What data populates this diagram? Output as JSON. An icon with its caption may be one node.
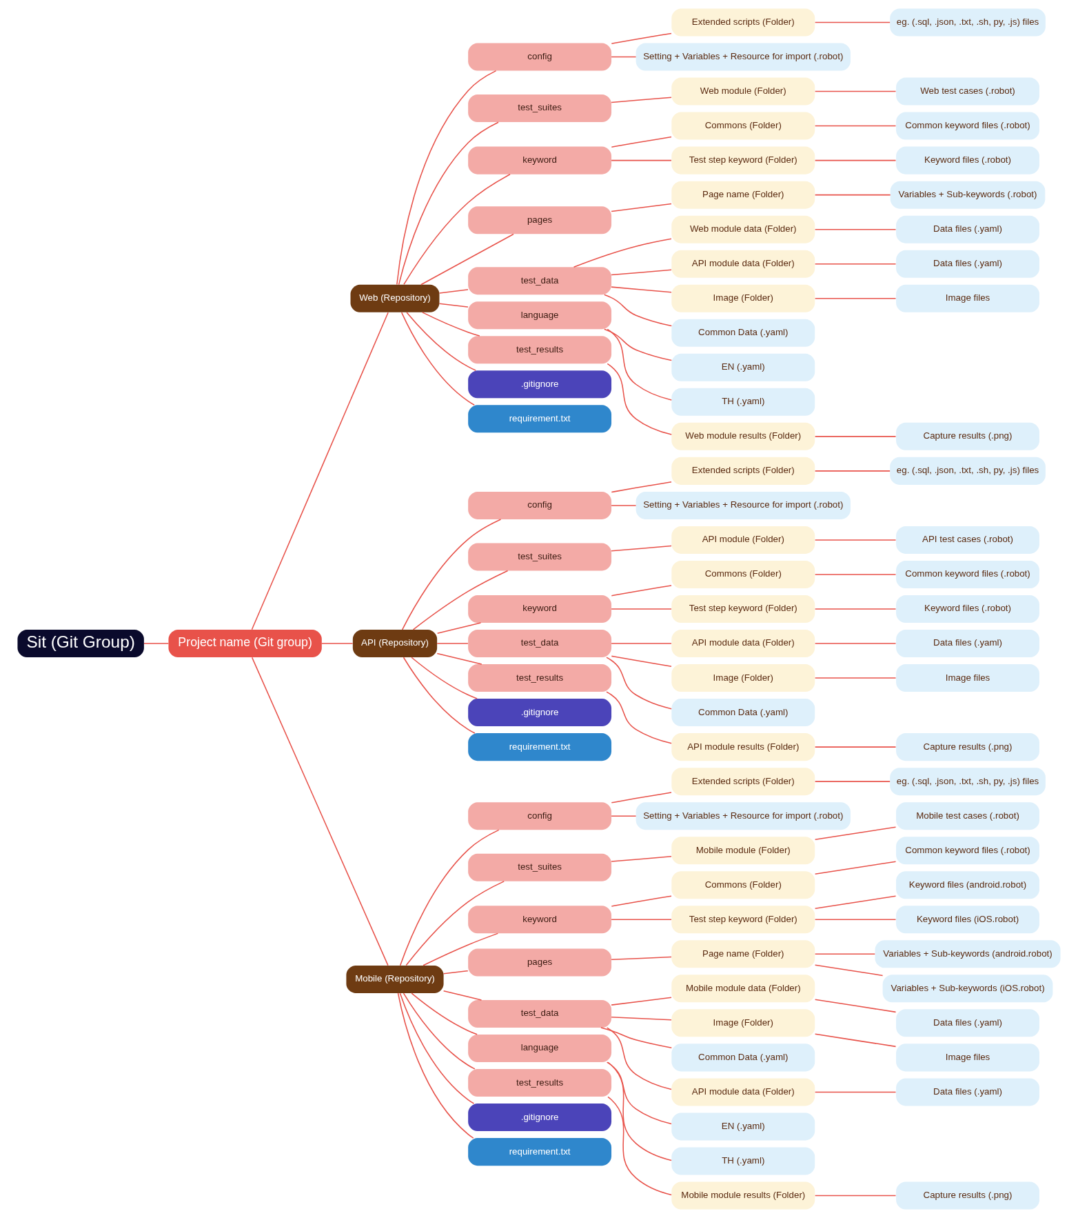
{
  "diagram": {
    "nodes": [
      {
        "text": [
          "Sit (Git Group)"
        ]
      },
      {
        "text": [
          "Project name (Git group)"
        ]
      },
      {
        "text": [
          "Web (Repository)"
        ]
      },
      {
        "text": [
          "config"
        ]
      },
      {
        "text": [
          "Extended scripts (Folder)"
        ]
      },
      {
        "text": [
          "eg. (.sql, .json, .txt, .sh, py, .js) files"
        ]
      },
      {
        "text": [
          "Setting + Variables + Resource for import (.robot)"
        ]
      },
      {
        "text": [
          "test_suites"
        ]
      },
      {
        "text": [
          "Web module (Folder)"
        ]
      },
      {
        "text": [
          "Web test cases (.robot)"
        ]
      },
      {
        "text": [
          "keyword"
        ]
      },
      {
        "text": [
          "Commons (Folder)"
        ]
      },
      {
        "text": [
          "Common keyword files (.robot)"
        ]
      },
      {
        "text": [
          "Test step keyword (Folder)"
        ]
      },
      {
        "text": [
          "Keyword files (.robot)"
        ]
      },
      {
        "text": [
          "pages"
        ]
      },
      {
        "text": [
          "Page name (Folder)"
        ]
      },
      {
        "text": [
          "Variables + Sub-keywords (.robot)"
        ]
      },
      {
        "text": [
          "test_data"
        ]
      },
      {
        "text": [
          "Web module data (Folder)"
        ]
      },
      {
        "text": [
          "Data files (.yaml)"
        ]
      },
      {
        "text": [
          "API module data (Folder)"
        ]
      },
      {
        "text": [
          "Data files (.yaml)"
        ]
      },
      {
        "text": [
          "Image (Folder)"
        ]
      },
      {
        "text": [
          "Image files"
        ]
      },
      {
        "text": [
          "Common Data (.yaml)"
        ]
      },
      {
        "text": [
          "language"
        ]
      },
      {
        "text": [
          "EN (.yaml)"
        ]
      },
      {
        "text": [
          "TH (.yaml)"
        ]
      },
      {
        "text": [
          "test_results"
        ]
      },
      {
        "text": [
          "Web module results (Folder)"
        ]
      },
      {
        "text": [
          "Capture results (.png)"
        ]
      },
      {
        "text": [
          ".gitignore"
        ]
      },
      {
        "text": [
          "requirement.txt"
        ]
      },
      {
        "text": [
          "API (Repository)"
        ]
      },
      {
        "text": [
          "config"
        ]
      },
      {
        "text": [
          "Extended scripts (Folder)"
        ]
      },
      {
        "text": [
          "eg. (.sql, .json, .txt, .sh, py, .js) files"
        ]
      },
      {
        "text": [
          "Setting + Variables + Resource for import (.robot)"
        ]
      },
      {
        "text": [
          "test_suites"
        ]
      },
      {
        "text": [
          "API module (Folder)"
        ]
      },
      {
        "text": [
          "API test cases (.robot)"
        ]
      },
      {
        "text": [
          "keyword"
        ]
      },
      {
        "text": [
          "Commons (Folder)"
        ]
      },
      {
        "text": [
          "Common keyword files (.robot)"
        ]
      },
      {
        "text": [
          "Test step keyword (Folder)"
        ]
      },
      {
        "text": [
          "Keyword files (.robot)"
        ]
      },
      {
        "text": [
          "test_data"
        ]
      },
      {
        "text": [
          "API module data (Folder)"
        ]
      },
      {
        "text": [
          "Data files (.yaml)"
        ]
      },
      {
        "text": [
          "Image (Folder)"
        ]
      },
      {
        "text": [
          "Image files"
        ]
      },
      {
        "text": [
          "Common Data (.yaml)"
        ]
      },
      {
        "text": [
          "test_results"
        ]
      },
      {
        "text": [
          "API module results (Folder)"
        ]
      },
      {
        "text": [
          "Capture results (.png)"
        ]
      },
      {
        "text": [
          ".gitignore"
        ]
      },
      {
        "text": [
          "requirement.txt"
        ]
      },
      {
        "text": [
          "Mobile (Repository)"
        ]
      },
      {
        "text": [
          "config"
        ]
      },
      {
        "text": [
          "Extended scripts (Folder)"
        ]
      },
      {
        "text": [
          "eg. (.sql, .json, .txt, .sh, py, .js) files"
        ]
      },
      {
        "text": [
          "Setting + Variables + Resource for import (.robot)"
        ]
      },
      {
        "text": [
          "test_suites"
        ]
      },
      {
        "text": [
          "Mobile module (Folder)"
        ]
      },
      {
        "text": [
          "Mobile test cases (.robot)"
        ]
      },
      {
        "text": [
          "keyword"
        ]
      },
      {
        "text": [
          "Commons (Folder)"
        ]
      },
      {
        "text": [
          "Common keyword files (.robot)"
        ]
      },
      {
        "text": [
          "Test step keyword (Folder)"
        ]
      },
      {
        "text": [
          "Keyword files (android.robot)"
        ]
      },
      {
        "text": [
          "Keyword files (iOS.robot)"
        ]
      },
      {
        "text": [
          "pages"
        ]
      },
      {
        "text": [
          "Page name (Folder)"
        ]
      },
      {
        "text": [
          "Variables + Sub-keywords (android.robot)"
        ]
      },
      {
        "text": [
          "Variables + Sub-keywords (iOS.robot)"
        ]
      },
      {
        "text": [
          "test_data"
        ]
      },
      {
        "text": [
          "Mobile module data (Folder)"
        ]
      },
      {
        "text": [
          "Data files (.yaml)"
        ]
      },
      {
        "text": [
          "Image (Folder)"
        ]
      },
      {
        "text": [
          "Image files"
        ]
      },
      {
        "text": [
          "Common Data (.yaml)"
        ]
      },
      {
        "text": [
          "API module data (Folder)"
        ]
      },
      {
        "text": [
          "Data files (.yaml)"
        ]
      },
      {
        "text": [
          "language"
        ]
      },
      {
        "text": [
          "EN (.yaml)"
        ]
      },
      {
        "text": [
          "TH (.yaml)"
        ]
      },
      {
        "text": [
          "test_results"
        ]
      },
      {
        "text": [
          "Mobile module results (Folder)"
        ]
      },
      {
        "text": [
          "Capture results (.png)"
        ]
      },
      {
        "text": [
          ".gitignore"
        ]
      },
      {
        "text": [
          "requirement.txt"
        ]
      }
    ],
    "edges": [
      {
        "from": 0,
        "to": 1,
        "arrow": "none"
      },
      {
        "from": 1,
        "to": 2,
        "arrow": "none"
      },
      {
        "from": 2,
        "to": 3,
        "arrow": "none"
      },
      {
        "from": 3,
        "to": 4,
        "arrow": "none"
      },
      {
        "from": 4,
        "to": 5,
        "arrow": "none"
      },
      {
        "from": 3,
        "to": 6,
        "arrow": "none"
      },
      {
        "from": 2,
        "to": 7,
        "arrow": "none"
      },
      {
        "from": 7,
        "to": 8,
        "arrow": "none"
      },
      {
        "from": 8,
        "to": 9,
        "arrow": "none"
      },
      {
        "from": 2,
        "to": 10,
        "arrow": "none"
      },
      {
        "from": 10,
        "to": 11,
        "arrow": "none"
      },
      {
        "from": 11,
        "to": 12,
        "arrow": "none"
      },
      {
        "from": 10,
        "to": 13,
        "arrow": "none"
      },
      {
        "from": 13,
        "to": 14,
        "arrow": "none"
      },
      {
        "from": 2,
        "to": 15,
        "arrow": "none"
      },
      {
        "from": 15,
        "to": 16,
        "arrow": "none"
      },
      {
        "from": 16,
        "to": 17,
        "arrow": "none"
      },
      {
        "from": 2,
        "to": 18,
        "arrow": "none"
      },
      {
        "from": 18,
        "to": 19,
        "arrow": "none"
      },
      {
        "from": 19,
        "to": 20,
        "arrow": "none"
      },
      {
        "from": 18,
        "to": 21,
        "arrow": "none"
      },
      {
        "from": 21,
        "to": 22,
        "arrow": "none"
      },
      {
        "from": 18,
        "to": 23,
        "arrow": "none"
      },
      {
        "from": 23,
        "to": 24,
        "arrow": "none"
      },
      {
        "from": 18,
        "to": 25,
        "arrow": "none"
      },
      {
        "from": 2,
        "to": 26,
        "arrow": "none"
      },
      {
        "from": 26,
        "to": 27,
        "arrow": "none"
      },
      {
        "from": 26,
        "to": 28,
        "arrow": "none"
      },
      {
        "from": 2,
        "to": 29,
        "arrow": "none"
      },
      {
        "from": 29,
        "to": 30,
        "arrow": "none"
      },
      {
        "from": 30,
        "to": 31,
        "arrow": "none"
      },
      {
        "from": 2,
        "to": 32,
        "arrow": "none"
      },
      {
        "from": 2,
        "to": 33,
        "arrow": "none"
      },
      {
        "from": 1,
        "to": 34,
        "arrow": "none"
      },
      {
        "from": 34,
        "to": 35,
        "arrow": "none"
      },
      {
        "from": 35,
        "to": 36,
        "arrow": "none"
      },
      {
        "from": 36,
        "to": 37,
        "arrow": "none"
      },
      {
        "from": 35,
        "to": 38,
        "arrow": "none"
      },
      {
        "from": 34,
        "to": 39,
        "arrow": "none"
      },
      {
        "from": 39,
        "to": 40,
        "arrow": "none"
      },
      {
        "from": 40,
        "to": 41,
        "arrow": "none"
      },
      {
        "from": 34,
        "to": 42,
        "arrow": "none"
      },
      {
        "from": 42,
        "to": 43,
        "arrow": "none"
      },
      {
        "from": 43,
        "to": 44,
        "arrow": "none"
      },
      {
        "from": 42,
        "to": 45,
        "arrow": "none"
      },
      {
        "from": 45,
        "to": 46,
        "arrow": "none"
      },
      {
        "from": 34,
        "to": 47,
        "arrow": "none"
      },
      {
        "from": 47,
        "to": 48,
        "arrow": "none"
      },
      {
        "from": 48,
        "to": 49,
        "arrow": "none"
      },
      {
        "from": 47,
        "to": 50,
        "arrow": "none"
      },
      {
        "from": 50,
        "to": 51,
        "arrow": "none"
      },
      {
        "from": 47,
        "to": 52,
        "arrow": "none"
      },
      {
        "from": 34,
        "to": 53,
        "arrow": "none"
      },
      {
        "from": 53,
        "to": 54,
        "arrow": "none"
      },
      {
        "from": 54,
        "to": 55,
        "arrow": "none"
      },
      {
        "from": 34,
        "to": 56,
        "arrow": "none"
      },
      {
        "from": 34,
        "to": 57,
        "arrow": "none"
      },
      {
        "from": 1,
        "to": 58,
        "arrow": "none"
      },
      {
        "from": 58,
        "to": 59,
        "arrow": "none"
      },
      {
        "from": 59,
        "to": 60,
        "arrow": "none"
      },
      {
        "from": 60,
        "to": 61,
        "arrow": "none"
      },
      {
        "from": 59,
        "to": 62,
        "arrow": "none"
      },
      {
        "from": 58,
        "to": 63,
        "arrow": "none"
      },
      {
        "from": 63,
        "to": 64,
        "arrow": "none"
      },
      {
        "from": 64,
        "to": 65,
        "arrow": "none"
      },
      {
        "from": 58,
        "to": 66,
        "arrow": "none"
      },
      {
        "from": 66,
        "to": 67,
        "arrow": "none"
      },
      {
        "from": 67,
        "to": 68,
        "arrow": "none"
      },
      {
        "from": 66,
        "to": 69,
        "arrow": "none"
      },
      {
        "from": 69,
        "to": 70,
        "arrow": "none"
      },
      {
        "from": 69,
        "to": 71,
        "arrow": "none"
      },
      {
        "from": 58,
        "to": 72,
        "arrow": "none"
      },
      {
        "from": 72,
        "to": 73,
        "arrow": "none"
      },
      {
        "from": 73,
        "to": 74,
        "arrow": "none"
      },
      {
        "from": 73,
        "to": 75,
        "arrow": "none"
      },
      {
        "from": 58,
        "to": 76,
        "arrow": "none"
      },
      {
        "from": 76,
        "to": 77,
        "arrow": "none"
      },
      {
        "from": 77,
        "to": 78,
        "arrow": "none"
      },
      {
        "from": 76,
        "to": 79,
        "arrow": "none"
      },
      {
        "from": 79,
        "to": 80,
        "arrow": "none"
      },
      {
        "from": 76,
        "to": 81,
        "arrow": "none"
      },
      {
        "from": 76,
        "to": 82,
        "arrow": "none"
      },
      {
        "from": 82,
        "to": 83,
        "arrow": "none"
      },
      {
        "from": 58,
        "to": 84,
        "arrow": "none"
      },
      {
        "from": 84,
        "to": 85,
        "arrow": "none"
      },
      {
        "from": 84,
        "to": 86,
        "arrow": "none"
      },
      {
        "from": 58,
        "to": 87,
        "arrow": "none"
      },
      {
        "from": 87,
        "to": 88,
        "arrow": "none"
      },
      {
        "from": 88,
        "to": 89,
        "arrow": "none"
      },
      {
        "from": 58,
        "to": 90,
        "arrow": "none"
      },
      {
        "from": 58,
        "to": 91,
        "arrow": "none"
      }
    ]
  }
}
